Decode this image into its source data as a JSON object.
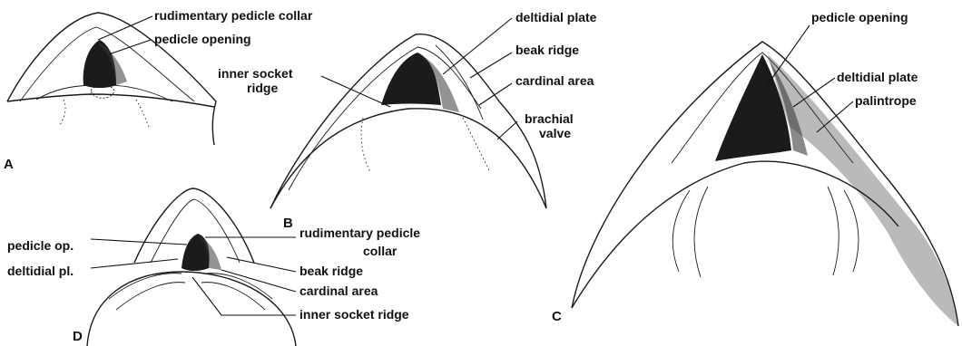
{
  "panels": {
    "A": {
      "letter": "A",
      "labels": {
        "rudimentary_pedicle_collar": "rudimentary pedicle collar",
        "pedicle_opening": "pedicle opening"
      }
    },
    "B": {
      "letter": "B",
      "labels": {
        "deltidial_plate": "deltidial plate",
        "beak_ridge": "beak ridge",
        "cardinal_area": "cardinal area",
        "inner_socket_ridge_1": "inner socket",
        "inner_socket_ridge_2": "ridge",
        "brachial_valve_1": "brachial",
        "brachial_valve_2": "valve"
      }
    },
    "C": {
      "letter": "C",
      "labels": {
        "pedicle_opening": "pedicle opening",
        "deltidial_plate": "deltidial plate",
        "palintrope": "palintrope"
      }
    },
    "D": {
      "letter": "D",
      "labels": {
        "pedicle_op": "pedicle op.",
        "deltidial_pl": "deltidial pl.",
        "rudimentary_pedicle_collar_1": "rudimentary pedicle",
        "rudimentary_pedicle_collar_2": "collar",
        "beak_ridge": "beak ridge",
        "cardinal_area": "cardinal area",
        "inner_socket_ridge": "inner socket ridge"
      }
    }
  }
}
